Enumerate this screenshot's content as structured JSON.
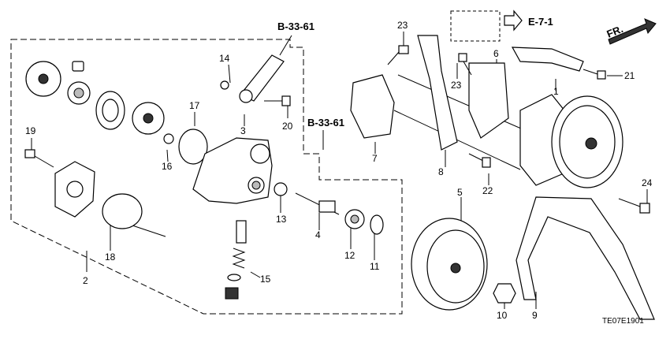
{
  "refs": {
    "b1": "B-33-61",
    "b2": "B-33-61",
    "e": "E-7-1",
    "fr": "FR."
  },
  "labels": {
    "n1": "1",
    "n2": "2",
    "n3": "3",
    "n4": "4",
    "n5": "5",
    "n6": "6",
    "n7": "7",
    "n8": "8",
    "n9": "9",
    "n10": "10",
    "n11": "11",
    "n12": "12",
    "n13": "13",
    "n14": "14",
    "n15": "15",
    "n16": "16",
    "n17": "17",
    "n18": "18",
    "n19": "19",
    "n20": "20",
    "n21": "21",
    "n22": "22",
    "n23a": "23",
    "n23b": "23",
    "n24": "24"
  },
  "diagram_code": "TE07E1901"
}
